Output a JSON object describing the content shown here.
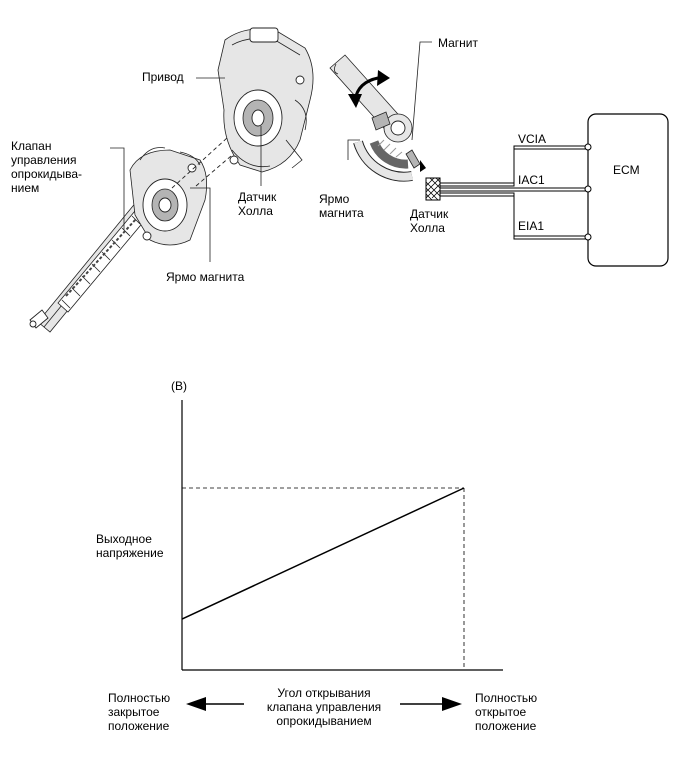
{
  "labels": {
    "actuator": "Привод",
    "tumble_valve": "Клапан\nуправления\nопрокидыва-\nнием",
    "hall_sensor_left": "Датчик\nХолла",
    "magnet_yoke_left": "Ярмо магнита",
    "magnet": "Магнит",
    "magnet_yoke_right": "Ярмо\nмагнита",
    "hall_sensor_right": "Датчик\nХолла",
    "ecm": "ECM",
    "vcia": "VCIA",
    "iac1": "IAC1",
    "eia1": "EIA1"
  },
  "graph": {
    "tag": "(B)",
    "ylabel": "Выходное\nнапряжение",
    "xlabel": "Угол открывания\nклапана управления\nопрокидыванием",
    "left_end": "Полностью\nзакрытое\nположение",
    "right_end": "Полностью\nоткрытое\nположение",
    "line_start_fraction": 0.28,
    "line_end_fraction": 1.0
  }
}
